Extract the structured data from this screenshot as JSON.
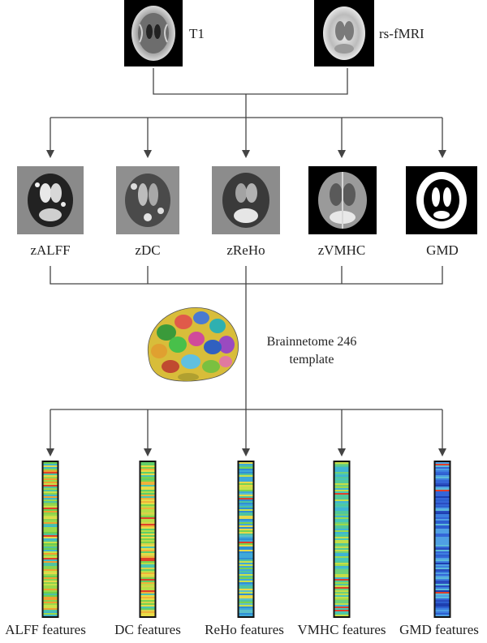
{
  "inputs": [
    {
      "label": "T1"
    },
    {
      "label": "rs-fMRI"
    }
  ],
  "maps": [
    {
      "label": "zALFF"
    },
    {
      "label": "zDC"
    },
    {
      "label": "zReHo"
    },
    {
      "label": "zVMHC"
    },
    {
      "label": "GMD"
    }
  ],
  "template": {
    "line1": "Brainnetome 246",
    "line2": "template"
  },
  "features": [
    {
      "label": "ALFF features",
      "palette": [
        "#6ccf4f",
        "#9ad94a",
        "#c9e14a",
        "#4fc3a1",
        "#e6d94a",
        "#3fb7c9",
        "#f0a030",
        "#8ad24f"
      ]
    },
    {
      "label": "DC features",
      "palette": [
        "#7ad34e",
        "#b8de48",
        "#e9dc46",
        "#4cc5b0",
        "#d9d34a",
        "#f0b23a",
        "#5fcf68"
      ]
    },
    {
      "label": "ReHo features",
      "palette": [
        "#3fa9d9",
        "#4fc3a1",
        "#7ad34e",
        "#c9e14a",
        "#2f8fd4",
        "#e6d94a",
        "#5cc0c9"
      ]
    },
    {
      "label": "VMHC features",
      "palette": [
        "#48c6b8",
        "#6fd07a",
        "#9bd94c",
        "#3fb4d4",
        "#c4de48",
        "#52c89a"
      ]
    },
    {
      "label": "GMD features",
      "palette": [
        "#2d5fd0",
        "#3d7fe0",
        "#2a4cc0",
        "#4fa0e4",
        "#1e3fb0",
        "#5cbbd9",
        "#3566d8"
      ]
    }
  ],
  "colors": {
    "connector": "#444444",
    "bar_border": "#111111",
    "image_bg_dark": "#000000",
    "image_bg_grey": "#8a8a8a"
  }
}
